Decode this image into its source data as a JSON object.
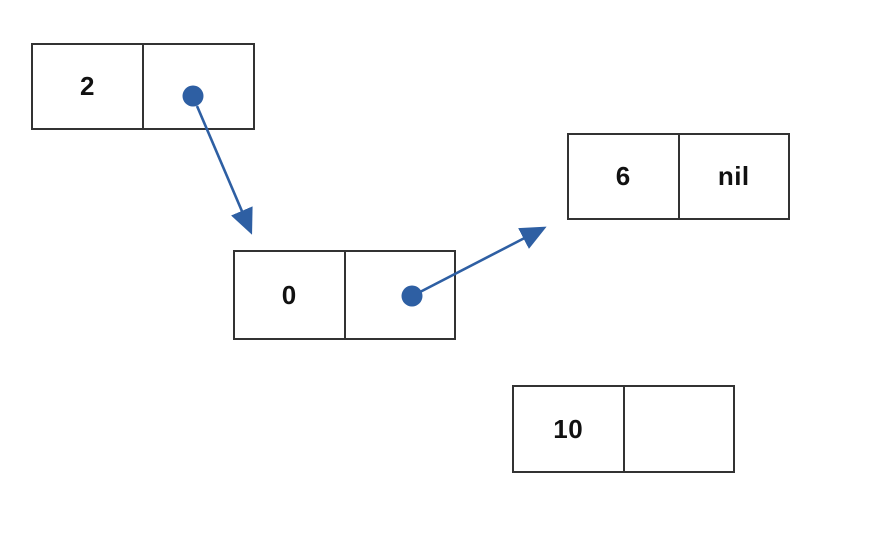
{
  "diagram": {
    "kind": "linked-list",
    "background": "#ffffff"
  },
  "colors": {
    "accent_blue": "#2e5fa3",
    "box_border": "#333333",
    "text": "#111111"
  },
  "nodes": [
    {
      "name": "node-2",
      "value": "2",
      "next": "",
      "pointer_dot": true
    },
    {
      "name": "node-0",
      "value": "0",
      "next": "",
      "pointer_dot": true
    },
    {
      "name": "node-6",
      "value": "6",
      "next": "nil",
      "pointer_dot": false
    },
    {
      "name": "node-10",
      "value": "10",
      "next": "",
      "pointer_dot": false
    }
  ],
  "links": [
    {
      "from": "node-2",
      "to": "node-0"
    },
    {
      "from": "node-0",
      "to": "node-6"
    }
  ]
}
